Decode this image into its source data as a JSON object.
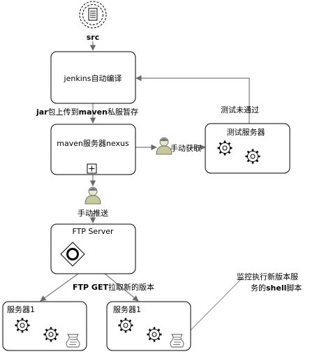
{
  "start_event": {
    "label": "src"
  },
  "tasks": {
    "jenkins": {
      "label": "jenkins自动编译"
    },
    "maven": {
      "label": "maven服务器nexus"
    },
    "test_server": {
      "label": "测试服务器"
    },
    "ftp": {
      "label": "FTP  Server"
    },
    "server_a": {
      "label": "服务器1"
    },
    "server_b": {
      "label": "服务器1"
    }
  },
  "edge_labels": {
    "upload_jar_prefix": "jar",
    "upload_mid": "包上传到",
    "upload_maven": "maven",
    "upload_suffix": "私服暂存",
    "test_failed": "测试未通过",
    "manual_fetch": "手动获取",
    "manual_push": "手动推送",
    "ftp_get_prefix": "FTP  GET",
    "ftp_get_suffix": "拉取新的版本"
  },
  "annotation": {
    "line1": "监控执行新版本服",
    "line2_prefix": "务的",
    "line2_shell": "shell",
    "line2_suffix": "脚本"
  },
  "colors": {
    "stroke": "#000000",
    "edge": "#7a7a7a",
    "user_body": "#c8c89a",
    "user_head": "#e8e8c8"
  }
}
